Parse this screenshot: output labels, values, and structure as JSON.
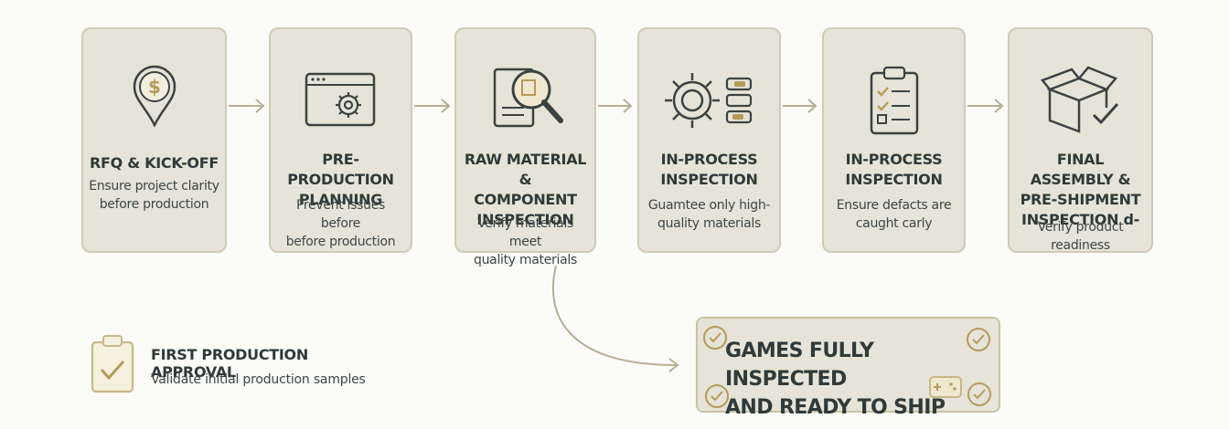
{
  "colors": {
    "box_fill": "#e6e4d8",
    "box_border": "#cfcbb6",
    "accent_gold": "#b59a5a",
    "icon_dark": "#3b4242",
    "text_dark": "#2f3a3a",
    "arrow": "#b6ae94"
  },
  "steps": [
    {
      "icon": "dollar-pin-icon",
      "title": "RFQ & KICK-OFF",
      "desc": "Ensure project clarity\nbefore production"
    },
    {
      "icon": "browser-gear-icon",
      "title": "PRE-PRODUCTION\nPLANNING",
      "desc": "Prevent issues before\nbefore production"
    },
    {
      "icon": "magnifier-document-icon",
      "title": "RAW MATERIAL &\nCOMPONENT\nINSPECTION",
      "desc": "Verify materials meet\nquality materials"
    },
    {
      "icon": "gear-controls-icon",
      "title": "IN-PROCESS\nINSPECTION",
      "desc": "Guamtee only high-\nquality materials"
    },
    {
      "icon": "clipboard-checklist-icon",
      "title": "IN-PROCESS\nINSPECTION",
      "desc": "Ensure defacts are\ncaught carly"
    },
    {
      "icon": "box-check-icon",
      "title": "FINAL ASSEMBLY &\nPRE-SHIPMENT\nINSPECTION d-",
      "desc": "Verify product readiness"
    }
  ],
  "approval": {
    "icon": "clipboard-check-icon",
    "title": "FIRST PRODUCTION APPROVAL",
    "desc": "Validate initial production samples"
  },
  "final": {
    "title": "GAMES FULLY INSPECTED\nAND READY TO SHIP",
    "icons": [
      "check-circle-icon",
      "gamepad-icon"
    ]
  }
}
